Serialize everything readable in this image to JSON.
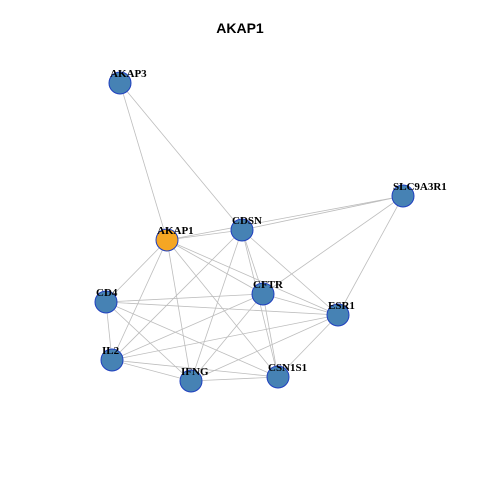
{
  "title": "AKAP1",
  "colors": {
    "node": "#4682b4",
    "focus": "#f5a623",
    "edge": "#bdbdbd",
    "border": "#1f3fbf"
  },
  "nodes": [
    {
      "id": "AKAP3",
      "label": "AKAP3",
      "focus": false
    },
    {
      "id": "SLC9A3R1",
      "label": "SLC9A3R1",
      "focus": false
    },
    {
      "id": "CDSN",
      "label": "CDSN",
      "focus": false
    },
    {
      "id": "AKAP1",
      "label": "AKAP1",
      "focus": true
    },
    {
      "id": "CFTR",
      "label": "CFTR",
      "focus": false
    },
    {
      "id": "CD4",
      "label": "CD4",
      "focus": false
    },
    {
      "id": "ESR1",
      "label": "ESR1",
      "focus": false
    },
    {
      "id": "IL2",
      "label": "IL2",
      "focus": false
    },
    {
      "id": "IFNG",
      "label": "IFNG",
      "focus": false
    },
    {
      "id": "CSN1S1",
      "label": "CSN1S1",
      "focus": false
    }
  ],
  "edges": [
    [
      "AKAP3",
      "AKAP1"
    ],
    [
      "AKAP3",
      "CDSN"
    ],
    [
      "AKAP1",
      "CDSN"
    ],
    [
      "AKAP1",
      "SLC9A3R1"
    ],
    [
      "AKAP1",
      "CFTR"
    ],
    [
      "AKAP1",
      "ESR1"
    ],
    [
      "AKAP1",
      "CD4"
    ],
    [
      "AKAP1",
      "IL2"
    ],
    [
      "AKAP1",
      "IFNG"
    ],
    [
      "AKAP1",
      "CSN1S1"
    ],
    [
      "CDSN",
      "SLC9A3R1"
    ],
    [
      "CDSN",
      "CFTR"
    ],
    [
      "CDSN",
      "ESR1"
    ],
    [
      "CDSN",
      "IL2"
    ],
    [
      "CDSN",
      "IFNG"
    ],
    [
      "CDSN",
      "CSN1S1"
    ],
    [
      "SLC9A3R1",
      "CFTR"
    ],
    [
      "SLC9A3R1",
      "ESR1"
    ],
    [
      "CFTR",
      "CD4"
    ],
    [
      "CFTR",
      "ESR1"
    ],
    [
      "CFTR",
      "IL2"
    ],
    [
      "CFTR",
      "IFNG"
    ],
    [
      "CFTR",
      "CSN1S1"
    ],
    [
      "CD4",
      "ESR1"
    ],
    [
      "CD4",
      "IL2"
    ],
    [
      "CD4",
      "IFNG"
    ],
    [
      "CD4",
      "CSN1S1"
    ],
    [
      "ESR1",
      "IL2"
    ],
    [
      "ESR1",
      "IFNG"
    ],
    [
      "ESR1",
      "CSN1S1"
    ],
    [
      "IL2",
      "IFNG"
    ],
    [
      "IL2",
      "CSN1S1"
    ],
    [
      "IFNG",
      "CSN1S1"
    ]
  ]
}
